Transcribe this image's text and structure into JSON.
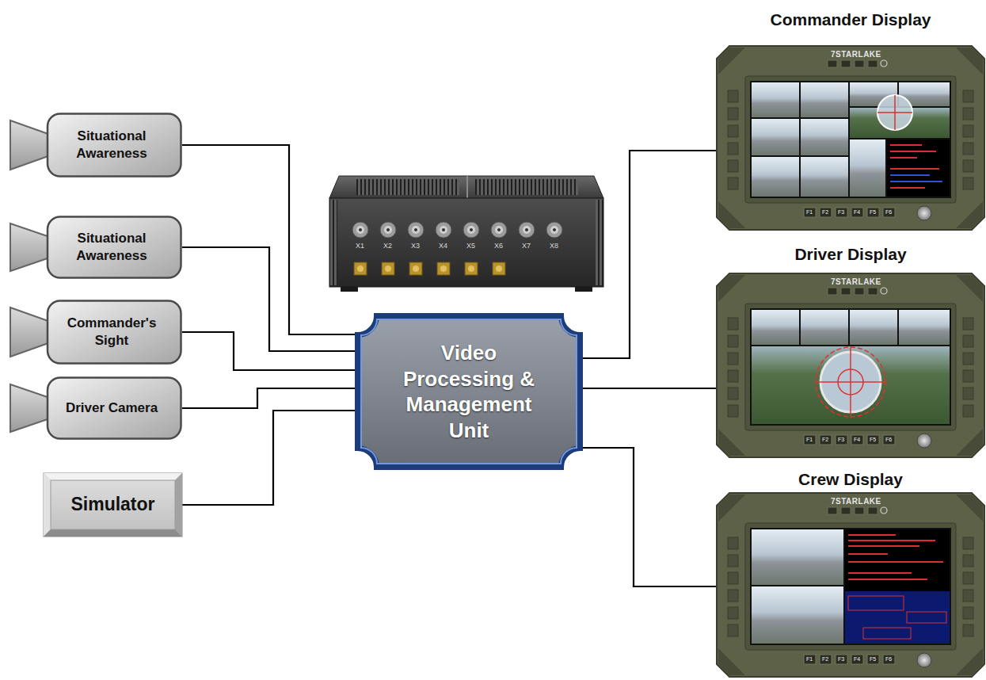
{
  "diagram": {
    "nodes": [
      {
        "text": [
          "Situational Awareness"
        ]
      },
      {
        "text": [
          "Situational Awareness"
        ]
      },
      {
        "text": [
          "Commander's Sight"
        ]
      },
      {
        "text": [
          "Driver Camera"
        ]
      },
      {
        "text": [
          "Simulator"
        ]
      },
      {
        "text": [
          "Video Processing & Management Unit"
        ]
      },
      {
        "text": [
          "Commander Display"
        ]
      },
      {
        "text": [
          "Driver Display"
        ]
      },
      {
        "text": [
          "Crew Display"
        ]
      }
    ],
    "edges": [
      {
        "from": 0,
        "to": 5,
        "arrow": "none"
      },
      {
        "from": 1,
        "to": 5,
        "arrow": "none"
      },
      {
        "from": 2,
        "to": 5,
        "arrow": "none"
      },
      {
        "from": 3,
        "to": 5,
        "arrow": "none"
      },
      {
        "from": 4,
        "to": 5,
        "arrow": "none"
      },
      {
        "from": 5,
        "to": 6,
        "arrow": "none"
      },
      {
        "from": 5,
        "to": 7,
        "arrow": "none"
      },
      {
        "from": 5,
        "to": 8,
        "arrow": "none"
      }
    ],
    "labels": [
      "X1",
      "X2",
      "X3",
      "X4",
      "X5",
      "X6",
      "X7",
      "X8",
      "7STARLAKE",
      "F1",
      "F2",
      "F3",
      "F4",
      "F5",
      "F6",
      "7STARLAKE",
      "F1",
      "F2",
      "F3",
      "F4",
      "F5",
      "F6",
      "7STARLAKE",
      "F1",
      "F2",
      "F3",
      "F4",
      "F5",
      "F6"
    ]
  }
}
